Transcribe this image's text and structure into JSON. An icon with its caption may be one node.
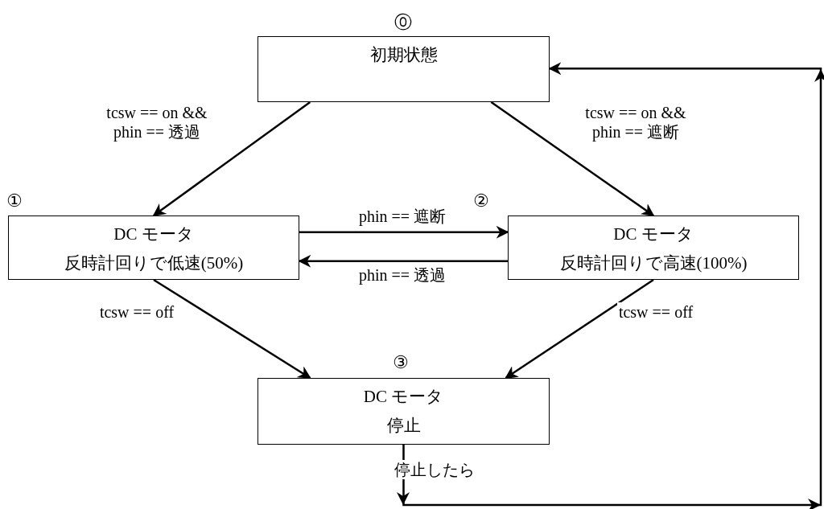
{
  "diagram": {
    "nodes": [
      {
        "text": [
          "初期状態"
        ],
        "beside": [
          "⓪"
        ]
      },
      {
        "text": [
          "DC モータ",
          "反時計回りで低速(50%)"
        ],
        "beside": [
          "①"
        ]
      },
      {
        "text": [
          "DC モータ",
          "反時計回りで高速(100%)"
        ],
        "beside": [
          "②"
        ]
      },
      {
        "text": [
          "DC モータ",
          "停止"
        ],
        "beside": [
          "③"
        ]
      }
    ],
    "edges": [
      {
        "from": 0,
        "to": 1,
        "arrow": "to",
        "label": "tcsw == on && phin == 透過"
      },
      {
        "from": 0,
        "to": 2,
        "arrow": "to",
        "label": "tcsw == on && phin == 遮断"
      },
      {
        "from": 1,
        "to": 2,
        "arrow": "to",
        "label": "phin == 遮断"
      },
      {
        "from": 2,
        "to": 1,
        "arrow": "to",
        "label": "phin == 透過"
      },
      {
        "from": 1,
        "to": 3,
        "arrow": "to",
        "label": "tcsw == off"
      },
      {
        "from": 2,
        "to": 3,
        "arrow": "to",
        "label": "tcsw == off"
      },
      {
        "from": 3,
        "to": 0,
        "arrow": "to",
        "label": "停止したら"
      }
    ]
  }
}
